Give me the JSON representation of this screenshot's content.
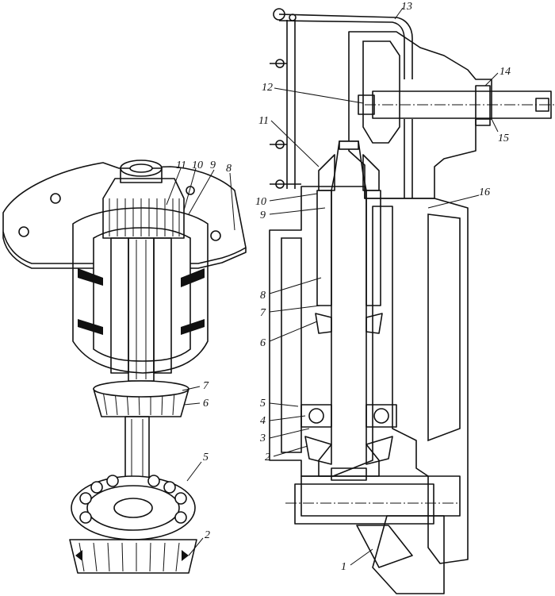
{
  "figure": {
    "left_view": {
      "callouts": {
        "p11": "11",
        "p10": "10",
        "p9": "9",
        "p8": "8",
        "p7": "7",
        "p6": "6",
        "p5": "5",
        "p2": "2"
      }
    },
    "right_view": {
      "callouts": {
        "p13": "13",
        "p14": "14",
        "p12": "12",
        "p15": "15",
        "p11": "11",
        "p16": "16",
        "p10": "10",
        "p9": "9",
        "p8": "8",
        "p7": "7",
        "p6": "6",
        "p5": "5",
        "p4": "4",
        "p3": "3",
        "p2": "2",
        "p1": "1"
      }
    }
  }
}
